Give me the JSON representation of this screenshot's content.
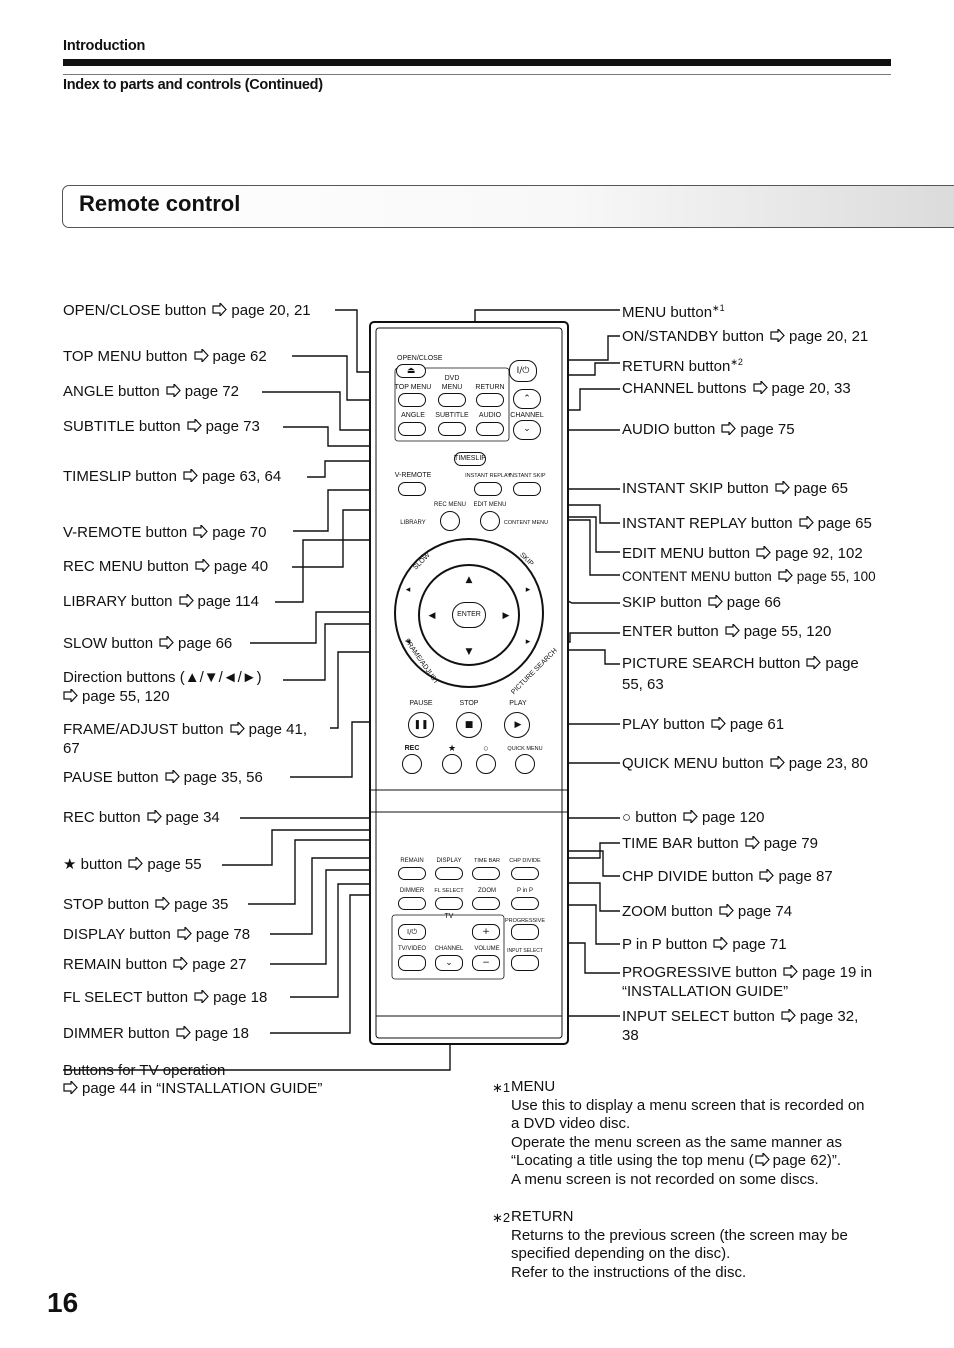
{
  "header": {
    "section": "Introduction",
    "subtitle": "Index to parts and controls (Continued)"
  },
  "title": "Remote control",
  "page_number": "16",
  "labels_left": [
    {
      "name": "OPEN/CLOSE button",
      "page": "page 20, 21"
    },
    {
      "name": "TOP MENU button",
      "page": "page 62"
    },
    {
      "name": "ANGLE button",
      "page": "page 72"
    },
    {
      "name": "SUBTITLE button",
      "page": "page 73"
    },
    {
      "name": "TIMESLIP button",
      "page": "page 63, 64"
    },
    {
      "name": "V-REMOTE button",
      "page": "page 70"
    },
    {
      "name": "REC MENU button",
      "page": "page 40"
    },
    {
      "name": "LIBRARY button",
      "page": "page 114"
    },
    {
      "name": "SLOW button",
      "page": "page 66"
    },
    {
      "name": "Direction buttons (▲/▼/◄/►)",
      "page": "page 55, 120"
    },
    {
      "name": "FRAME/ADJUST button",
      "page": "page 41,",
      "page2": "67"
    },
    {
      "name": "PAUSE button",
      "page": "page 35, 56"
    },
    {
      "name": "REC button",
      "page": "page 34"
    },
    {
      "name": "★ button",
      "page": "page 55"
    },
    {
      "name": "STOP button",
      "page": "page 35"
    },
    {
      "name": "DISPLAY button",
      "page": "page 78"
    },
    {
      "name": "REMAIN button",
      "page": "page 27"
    },
    {
      "name": "FL SELECT button",
      "page": "page 18"
    },
    {
      "name": "DIMMER button",
      "page": "page 18"
    },
    {
      "name": "Buttons for TV operation",
      "page": "page 44 in “INSTALLATION GUIDE”"
    }
  ],
  "labels_right": [
    {
      "name": "MENU button",
      "sup": "∗1"
    },
    {
      "name": "ON/STANDBY button",
      "page": "page 20, 21"
    },
    {
      "name": "RETURN button",
      "sup": "∗2"
    },
    {
      "name": "CHANNEL buttons",
      "page": "page 20, 33"
    },
    {
      "name": "AUDIO button",
      "page": "page 75"
    },
    {
      "name": "INSTANT SKIP button",
      "page": "page 65"
    },
    {
      "name": "INSTANT REPLAY button",
      "page": "page 65"
    },
    {
      "name": "EDIT MENU button",
      "page": "page 92, 102"
    },
    {
      "name": "CONTENT MENU button",
      "page": "page 55, 100"
    },
    {
      "name": "SKIP button",
      "page": "page 66"
    },
    {
      "name": "ENTER button",
      "page": "page 55, 120"
    },
    {
      "name": "PICTURE SEARCH button",
      "page": "page",
      "page2": "55, 63"
    },
    {
      "name": "PLAY button",
      "page": "page 61"
    },
    {
      "name": "QUICK MENU button",
      "page": "page 23, 80"
    },
    {
      "name": "○ button",
      "page": "page 120"
    },
    {
      "name": "TIME BAR button",
      "page": "page 79"
    },
    {
      "name": "CHP DIVIDE button",
      "page": "page 87"
    },
    {
      "name": "ZOOM button",
      "page": "page 74"
    },
    {
      "name": "P in P button",
      "page": "page 71"
    },
    {
      "name": "PROGRESSIVE button",
      "page": "page 19 in",
      "page2": "“INSTALLATION GUIDE”"
    },
    {
      "name": "INPUT SELECT button",
      "page": "page 32,",
      "page2": "38"
    }
  ],
  "notes": [
    {
      "mark": "∗1",
      "title": "MENU",
      "lines": [
        "Use this to display a menu screen that is recorded on",
        "a DVD video disc.",
        "Operate the menu screen as the same manner as",
        "“Locating a title using the top menu (",
        "page 62)”.",
        "A menu screen is not recorded on some discs."
      ]
    },
    {
      "mark": "∗2",
      "title": "RETURN",
      "lines": [
        "Returns to the previous screen (the screen may be",
        "specified depending on the disc).",
        "Refer to the instructions of the disc."
      ]
    }
  ],
  "remote": {
    "open_close": "OPEN/CLOSE",
    "dvd": "DVD",
    "top_menu": "TOP MENU",
    "menu": "MENU",
    "return": "RETURN",
    "angle": "ANGLE",
    "subtitle": "SUBTITLE",
    "audio": "AUDIO",
    "channel": "CHANNEL",
    "timeslip": "TIMESLIP",
    "v_remote": "V-REMOTE",
    "instant_replay": "INSTANT REPLAY",
    "instant_skip": "INSTANT SKIP",
    "rec_menu": "REC MENU",
    "edit_menu": "EDIT MENU",
    "library": "LIBRARY",
    "content_menu": "CONTENT MENU",
    "slow": "SLOW",
    "skip": "SKIP",
    "enter": "ENTER",
    "frame_adjust": "FRAME/ADJUST",
    "picture_search": "PICTURE SEARCH",
    "pause": "PAUSE",
    "stop": "STOP",
    "play": "PLAY",
    "rec": "REC",
    "star": "★",
    "quick_menu": "QUICK MENU",
    "remain": "REMAIN",
    "display": "DISPLAY",
    "time_bar": "TIME BAR",
    "chp_divide": "CHP DIVIDE",
    "dimmer": "DIMMER",
    "fl_select": "FL SELECT",
    "zoom": "ZOOM",
    "p_in_p": "P in P",
    "tv": "TV",
    "progressive": "PROGRESSIVE",
    "tv_video": "TV/VIDEO",
    "channel2": "CHANNEL",
    "volume": "VOLUME",
    "input_select": "INPUT SELECT"
  }
}
